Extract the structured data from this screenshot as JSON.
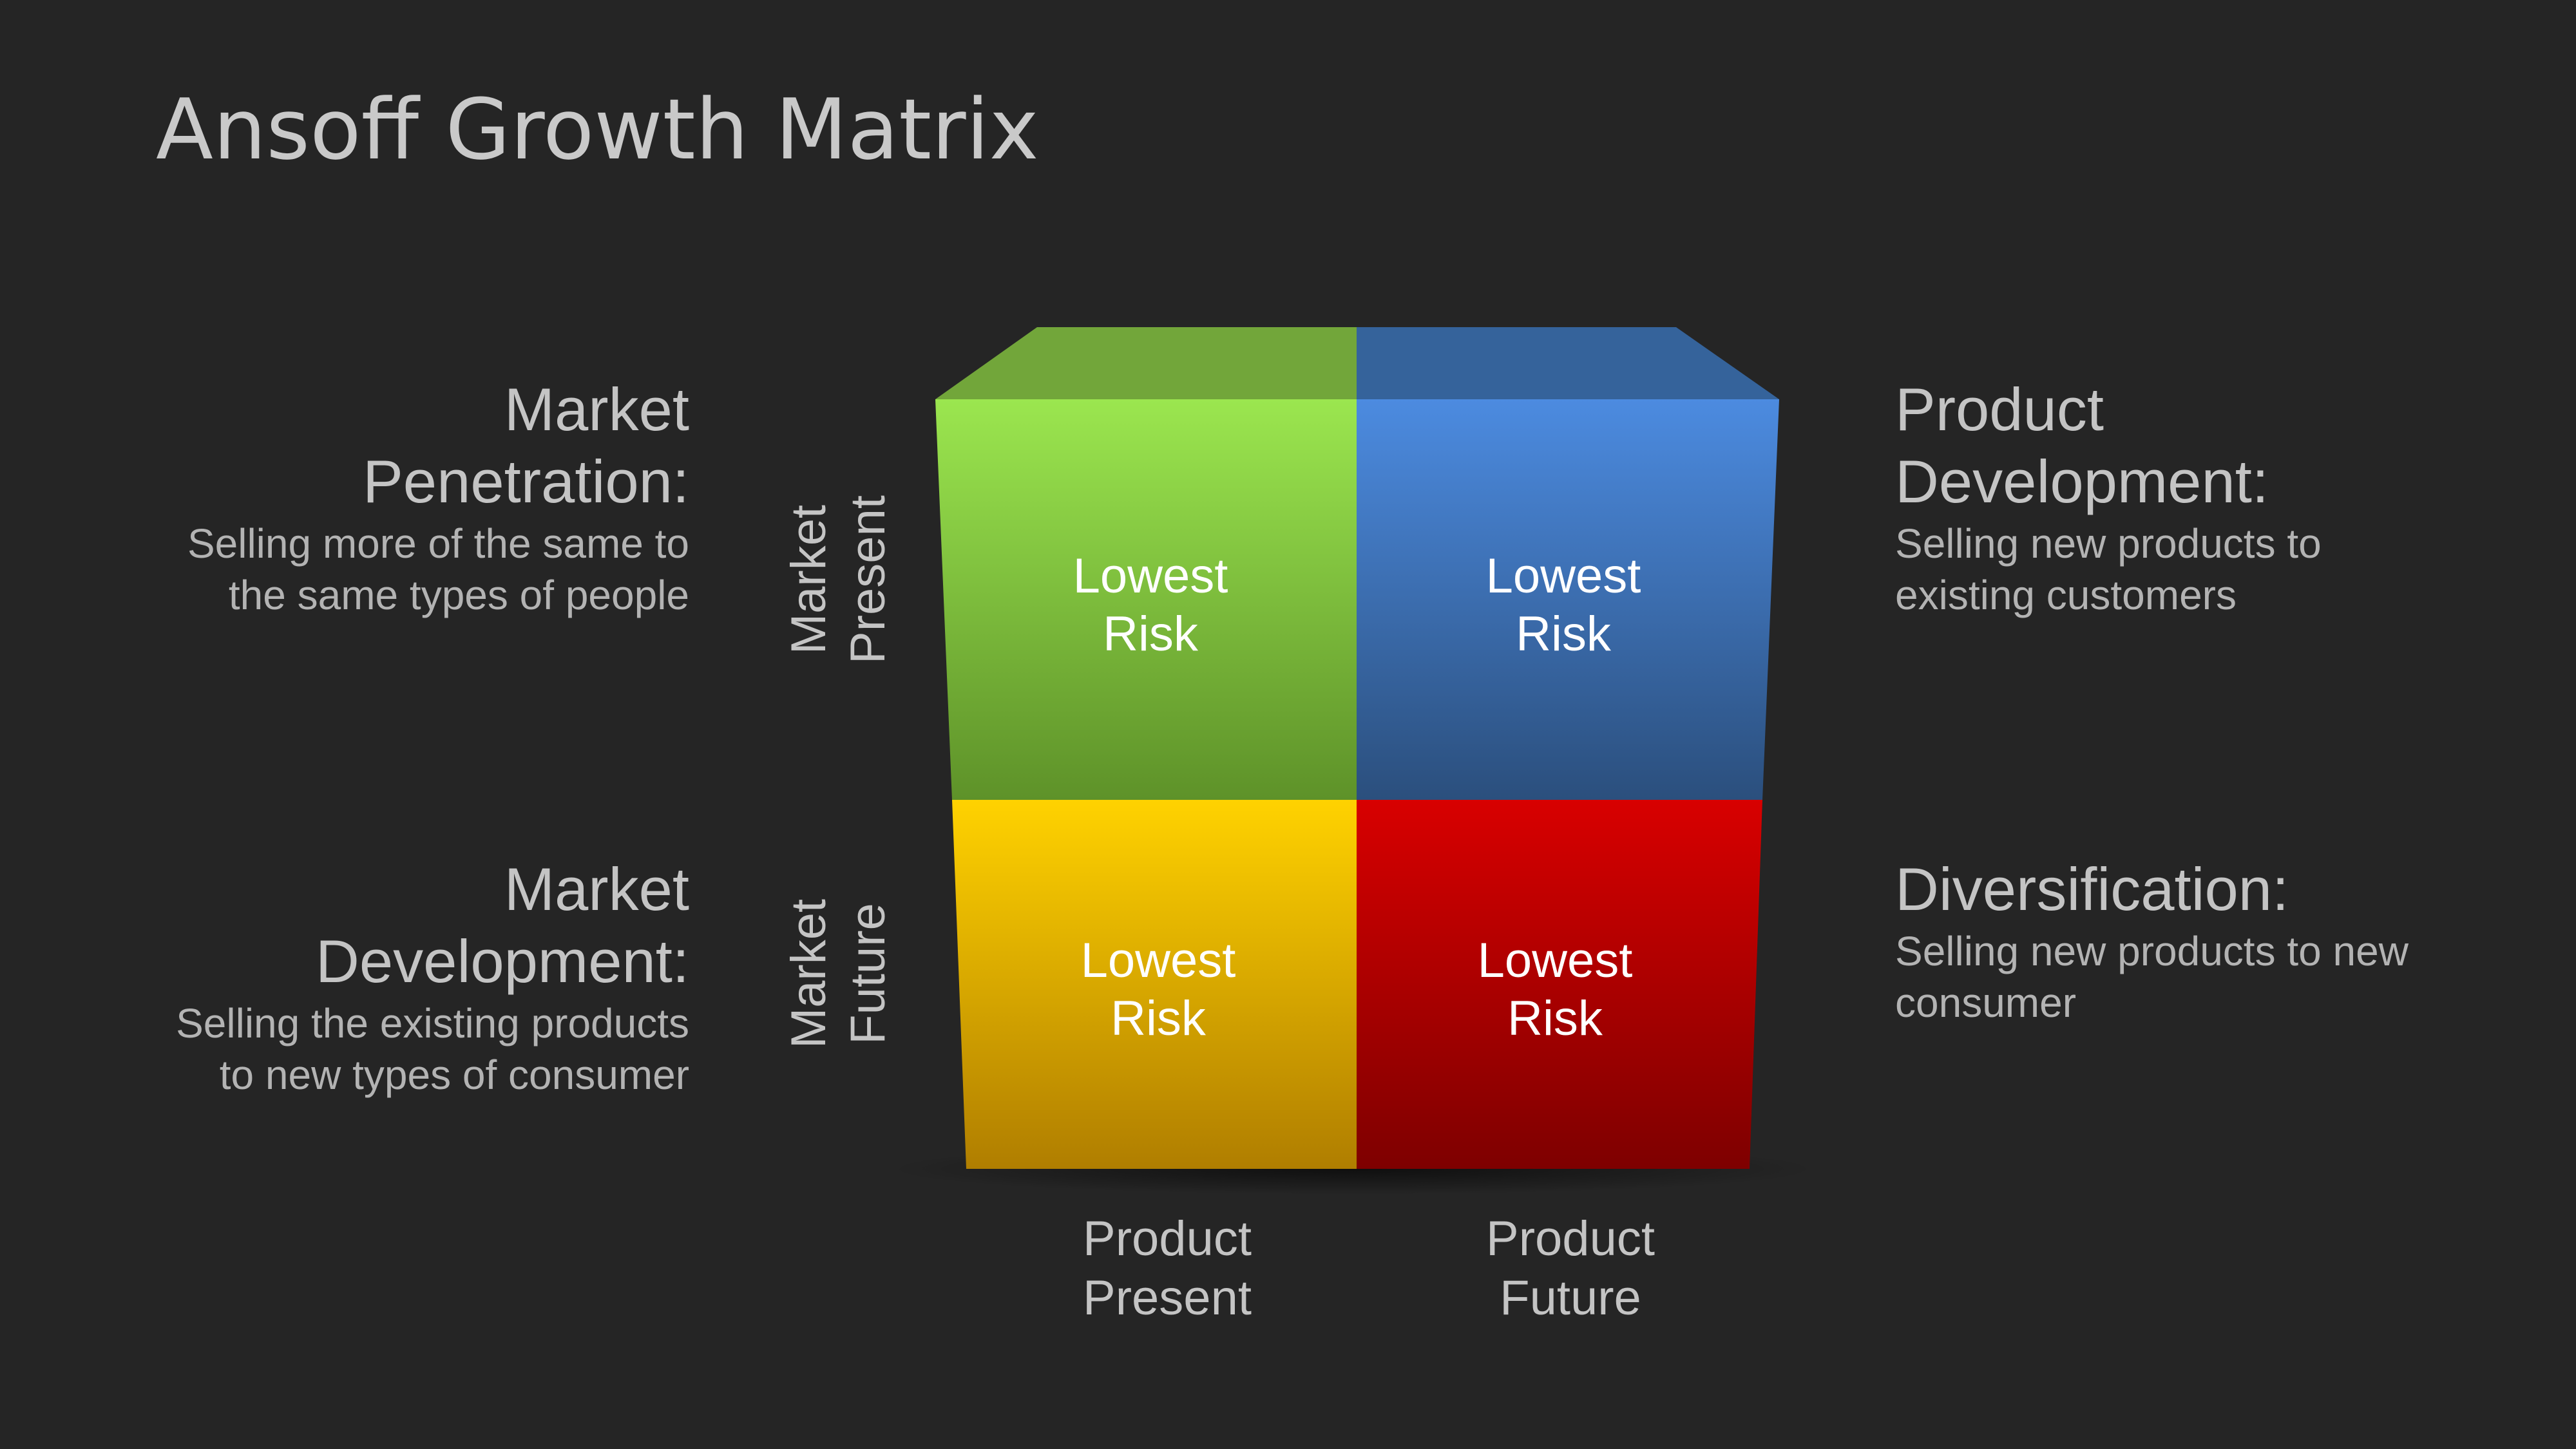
{
  "title": "Ansoff Growth Matrix",
  "quadrants": {
    "top_left": {
      "heading_line1": "Market",
      "heading_line2": "Penetration:",
      "desc_line1": "Selling more of the same to",
      "desc_line2": "the same types of people",
      "cell_line1": "Lowest",
      "cell_line2": "Risk",
      "color": "#7cbe3c"
    },
    "top_right": {
      "heading_line1": "Product",
      "heading_line2": "Development:",
      "desc_line1": "Selling new products to",
      "desc_line2": "existing customers",
      "cell_line1": "Lowest",
      "cell_line2": "Risk",
      "color": "#3e72b5"
    },
    "bottom_left": {
      "heading_line1": "Market",
      "heading_line2": "Development:",
      "desc_line1": "Selling the existing products",
      "desc_line2": "to new types of consumer",
      "cell_line1": "Lowest",
      "cell_line2": "Risk",
      "color": "#f2b600"
    },
    "bottom_right": {
      "heading_line1": "Diversification:",
      "desc_line1": "Selling new products to new",
      "desc_line2": "consumer",
      "cell_line1": "Lowest",
      "cell_line2": "Risk",
      "color": "#c00000"
    }
  },
  "axes": {
    "market_present": {
      "line1": "Market",
      "line2": "Present"
    },
    "market_future": {
      "line1": "Market",
      "line2": "Future"
    },
    "product_present": {
      "line1": "Product",
      "line2": "Present"
    },
    "product_future": {
      "line1": "Product",
      "line2": "Future"
    }
  }
}
